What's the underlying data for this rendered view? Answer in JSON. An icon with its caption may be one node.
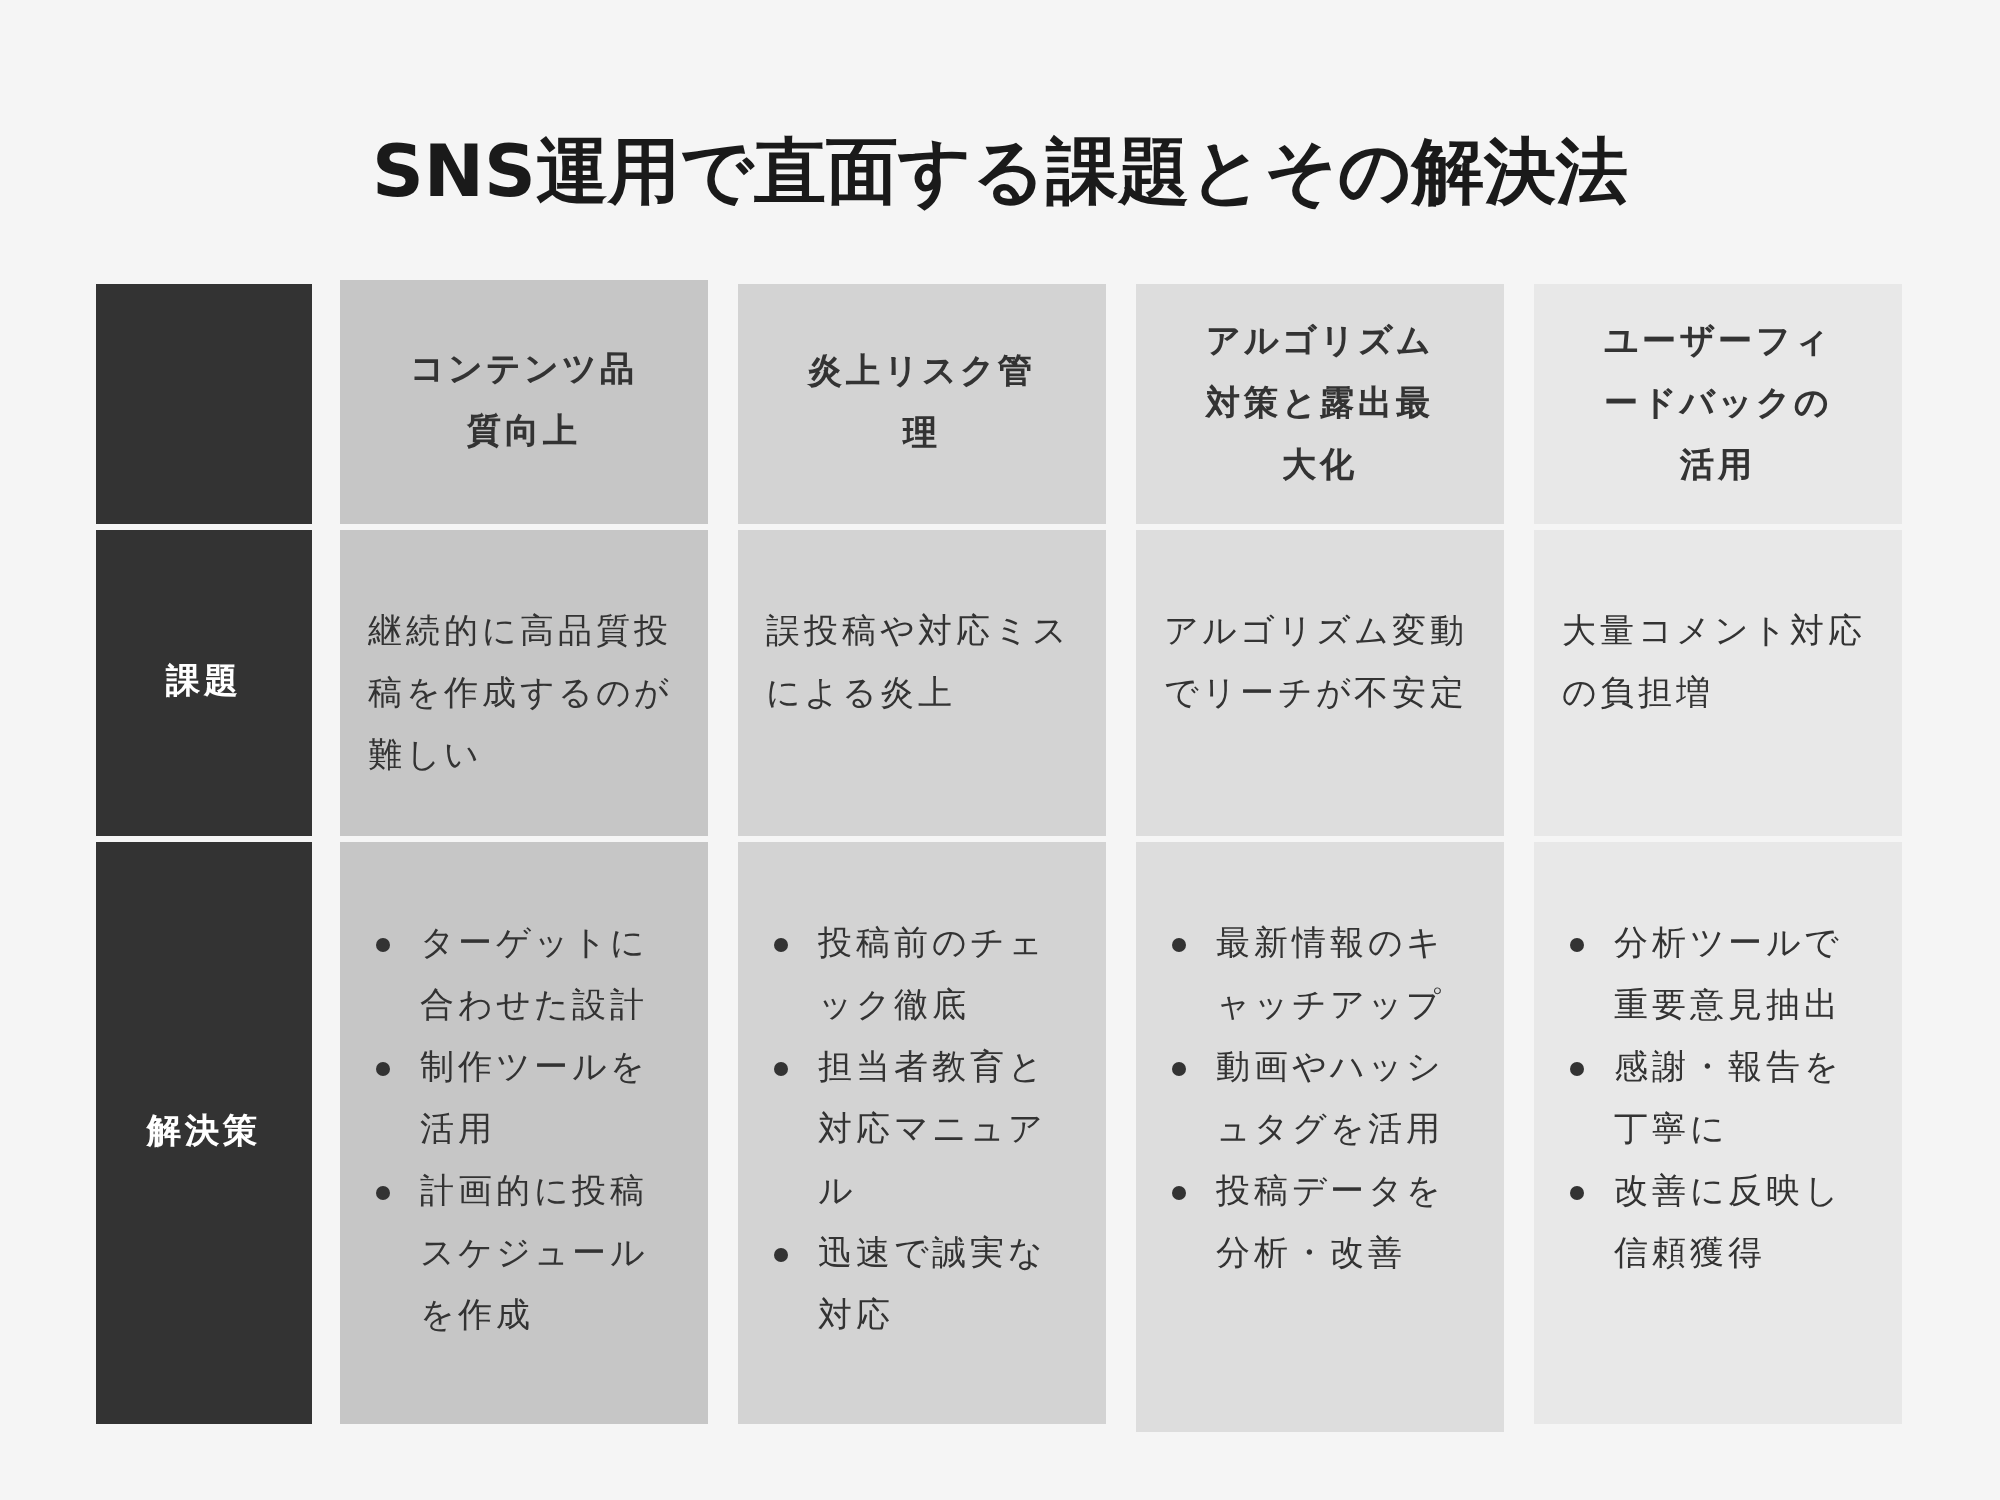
{
  "diagram": {
    "title": "SNS運用で直面する課題とその解決法",
    "nodes": [
      {
        "text": [],
        "shape": "box"
      },
      {
        "text": [
          "コンテンツ品質向上"
        ]
      },
      {
        "text": [
          "炎上リスク管理"
        ]
      },
      {
        "text": [
          "アルゴリズム対策と露出最大化"
        ]
      },
      {
        "text": [
          "ユーザーフィードバックの活用"
        ]
      },
      {
        "text": [
          "課題"
        ]
      },
      {
        "text": [
          "継続的に高品質投稿を作成するのが難しい"
        ]
      },
      {
        "text": [
          "誤投稿や対応ミスによる炎上"
        ]
      },
      {
        "text": [
          "アルゴリズム変動でリーチが不安定"
        ]
      },
      {
        "text": [
          "大量コメント対応の負担増"
        ]
      },
      {
        "text": [
          "解決策"
        ]
      },
      {
        "text": [
          "ターゲットに合わせた設計",
          "制作ツールを活用",
          "計画的に投稿スケジュールを作成"
        ]
      },
      {
        "text": [
          "投稿前のチェック徹底",
          "担当者教育と対応マニュアル",
          "迅速で誠実な対応"
        ]
      },
      {
        "text": [
          "最新情報のキャッチアップ",
          "動画やハッシュタグを活用",
          "投稿データを分析・改善"
        ]
      },
      {
        "text": [
          "分析ツールで重要意見抽出",
          "感謝・報告を丁寧に",
          "改善に反映し信頼獲得"
        ]
      }
    ]
  }
}
